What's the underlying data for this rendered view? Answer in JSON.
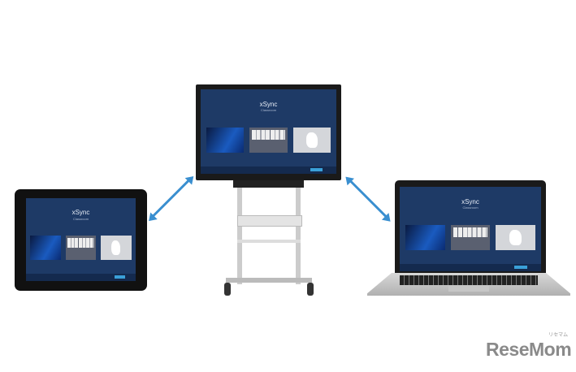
{
  "screen": {
    "title": "xSync",
    "subtitle": "Classroom"
  },
  "logo": {
    "text": "ReseMom",
    "sub": "リセマム"
  },
  "colors": {
    "screen_bg": "#1e3a66",
    "arrow": "#3a8fd0"
  }
}
